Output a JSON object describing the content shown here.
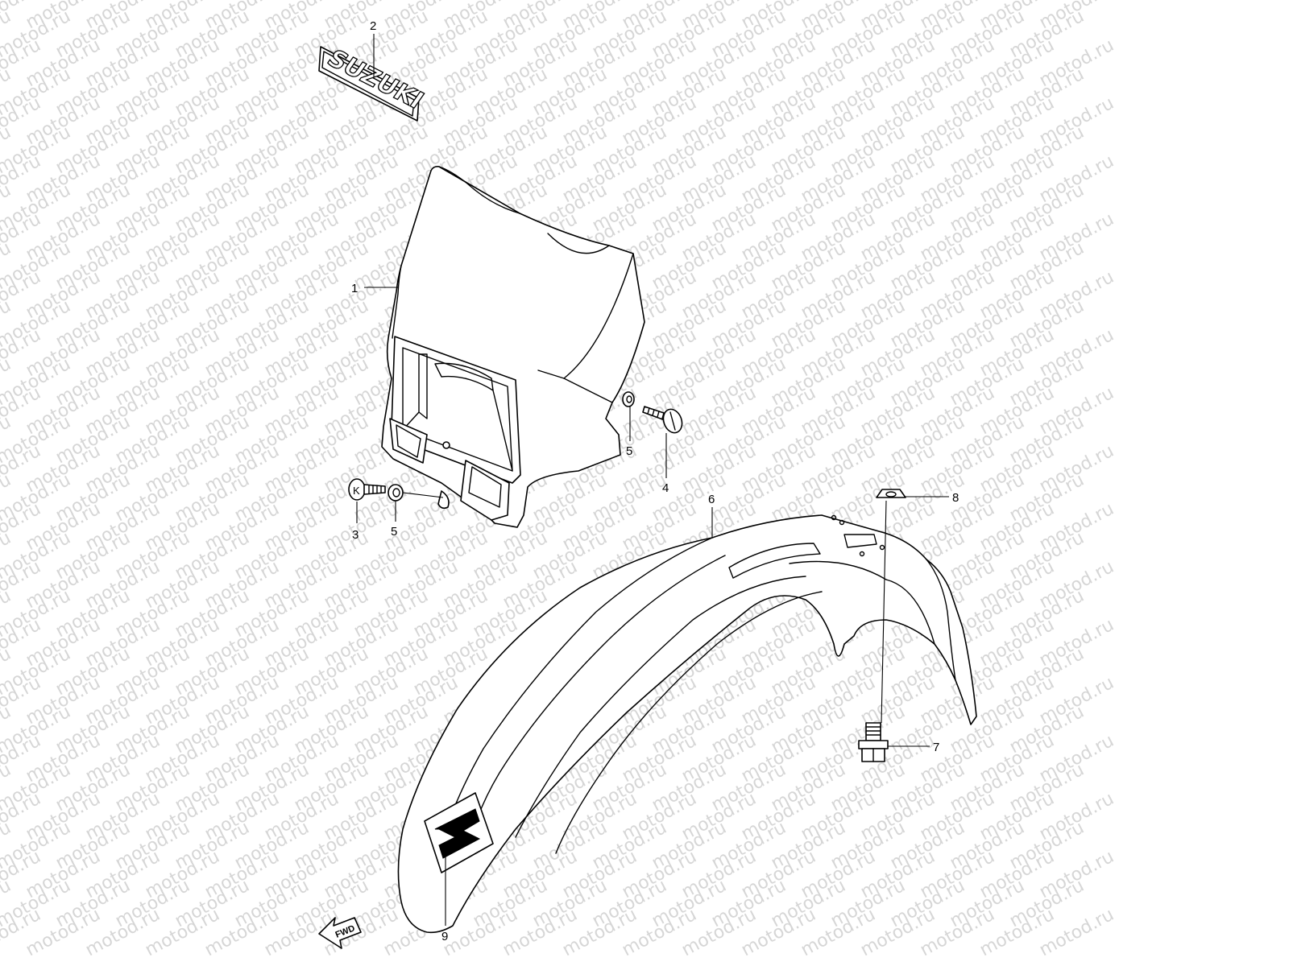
{
  "watermark": {
    "text": "motod.ru",
    "color": "#d6d6d6"
  },
  "callouts": [
    {
      "id": "1",
      "label": "1"
    },
    {
      "id": "2",
      "label": "2"
    },
    {
      "id": "3",
      "label": "3"
    },
    {
      "id": "4",
      "label": "4"
    },
    {
      "id": "5a",
      "label": "5"
    },
    {
      "id": "5b",
      "label": "5"
    },
    {
      "id": "6",
      "label": "6"
    },
    {
      "id": "7",
      "label": "7"
    },
    {
      "id": "8",
      "label": "8"
    },
    {
      "id": "9",
      "label": "9"
    }
  ],
  "emblem": {
    "text": "SUZUKI"
  },
  "fastener_marks": {
    "bolt_letter": "K"
  },
  "direction_marker": {
    "text": "FWD"
  }
}
